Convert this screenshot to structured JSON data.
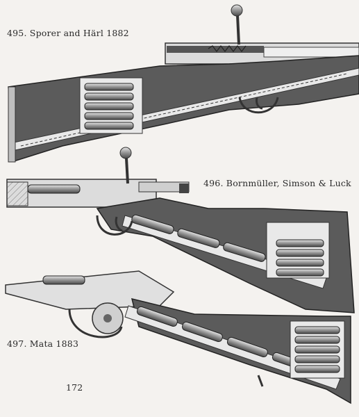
{
  "figures": [
    {
      "caption": "495. Sporer and Härl 1882"
    },
    {
      "caption": "496. Bornmüller, Simson & Luck"
    },
    {
      "caption": "497. Mata 1883"
    }
  ],
  "page_number": "172",
  "colors": {
    "paper": "#f4f2ef",
    "ink": "#2a2a2a",
    "stock": "#5b5b5b",
    "metal": "#d9d9d9",
    "cartridge": "#8a8a8a"
  }
}
